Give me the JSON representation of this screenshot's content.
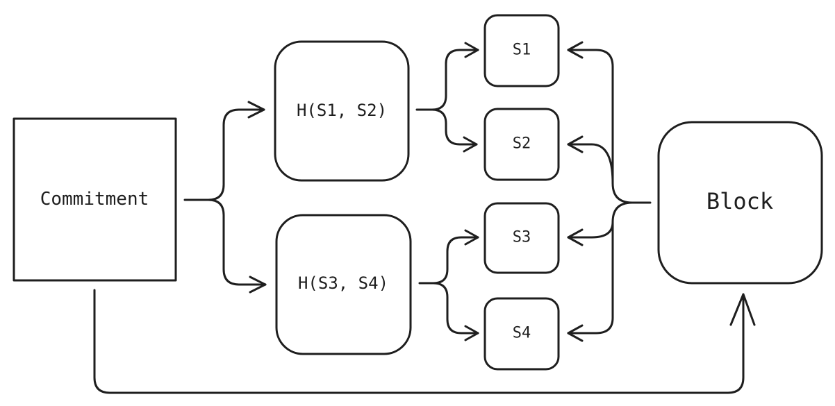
{
  "nodes": {
    "commitment": {
      "label": "Commitment",
      "fill": "#b2f2bb"
    },
    "hash_s1_s2": {
      "label": "H(S1, S2)",
      "fill": "#99e9f2"
    },
    "hash_s3_s4": {
      "label": "H(S3, S4)",
      "fill": "#99e9f2"
    },
    "s1": {
      "label": "S1",
      "fill": "#a5d8ff"
    },
    "s2": {
      "label": "S2",
      "fill": "#a5d8ff"
    },
    "s3": {
      "label": "S3",
      "fill": "#a5d8ff"
    },
    "s4": {
      "label": "S4",
      "fill": "#a5d8ff"
    },
    "block": {
      "label": "Block",
      "fill": "#b2f2bb"
    }
  },
  "colors": {
    "stroke": "#1e1e1e",
    "background": "#ffffff"
  }
}
